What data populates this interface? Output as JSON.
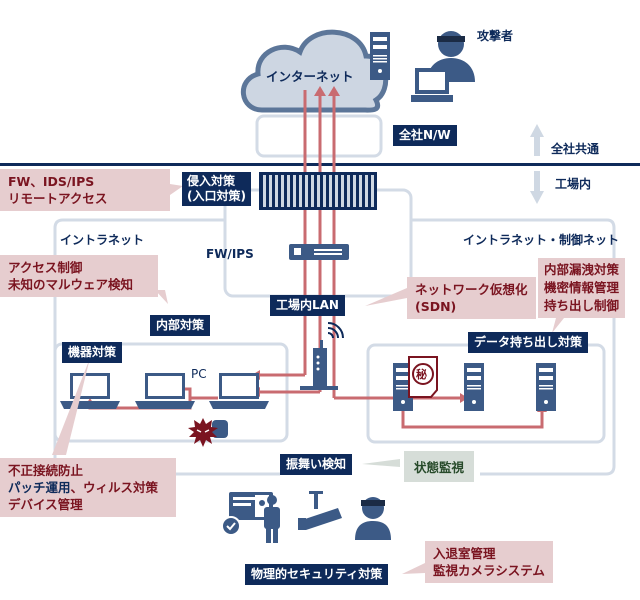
{
  "zones": {
    "above_label": "全社共通",
    "below_label": "工場内"
  },
  "internet": {
    "cloud_label": "インターネット",
    "attacker_label": "攻撃者",
    "company_nw_label": "全社N/W"
  },
  "perimeter": {
    "intrusion_label_line1": "侵入対策",
    "intrusion_label_line2": "(入口対策)",
    "fw_ips_label": "FW/IPS",
    "callout_line1": "FW、IDS/IPS",
    "callout_line2": "リモートアクセス"
  },
  "intranet": {
    "left_label": "イントラネット",
    "right_label": "イントラネット・制御ネット",
    "lan_label": "工場内LAN"
  },
  "callouts": {
    "access_control": [
      "アクセス制御",
      "未知のマルウェア検知"
    ],
    "sdn": [
      "ネットワーク仮想化",
      "(SDN)"
    ],
    "data_leak": [
      "内部漏洩対策",
      "機密情報管理",
      "持ち出し制御"
    ],
    "device_measures": {
      "line1": "不正接続防止",
      "line2_blue": "パッチ運用",
      "line2_red": "、ウィルス対策",
      "line3": "デバイス管理"
    },
    "state_monitoring": "状態監視",
    "physical": [
      "入退室管理",
      "監視カメラシステム"
    ]
  },
  "labels": {
    "internal_measures": "内部対策",
    "device_measures": "機器対策",
    "pc": "PC",
    "data_exfiltration": "データ持ち出し対策",
    "behavior_detection": "振舞い検知",
    "physical_security": "物理的セキュリティ対策",
    "secret_stamp": "秘"
  },
  "colors": {
    "navy": "#0e2a5a",
    "icon_blue": "#3c5a86",
    "frame_gray": "#cfd8e3",
    "arrow_red": "#c96b70",
    "callout_pink": "#e6cdcf",
    "callout_green": "#d6ddd8",
    "malware": "#7a1420"
  }
}
